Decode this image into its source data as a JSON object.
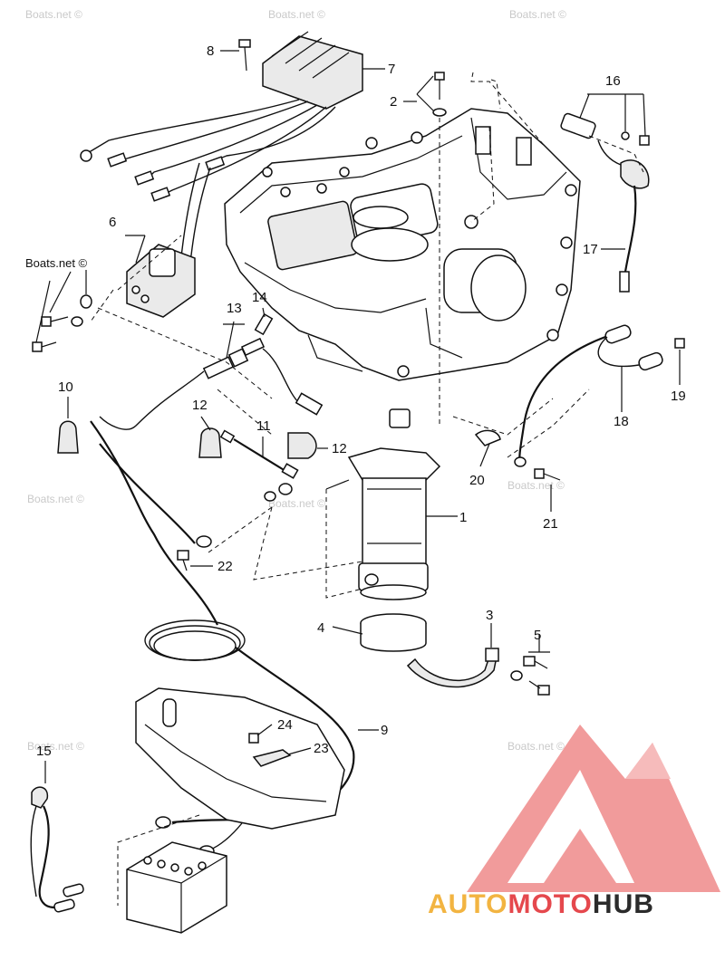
{
  "watermark": "Boats.net ©",
  "brand": {
    "auto": "AUTO",
    "moto": "MOTO",
    "hub": "HUB",
    "colors": {
      "auto": "#f2b441",
      "moto": "#e5484d",
      "hub": "#2b2b2b",
      "logo": "#ef8a8a"
    }
  },
  "callouts": {
    "n1": "1",
    "n2": "2",
    "n3": "3",
    "n4": "4",
    "n5": "5",
    "n6": "6",
    "n7": "7",
    "n8": "8",
    "n9": "9",
    "n10": "10",
    "n11": "11",
    "n12a": "12",
    "n12b": "12",
    "n13": "13",
    "n14": "14",
    "n15": "15",
    "n16": "16",
    "n17": "17",
    "n18": "18",
    "n19": "19",
    "n20": "20",
    "n21": "21",
    "n22": "22",
    "n23": "23",
    "n24": "24"
  }
}
